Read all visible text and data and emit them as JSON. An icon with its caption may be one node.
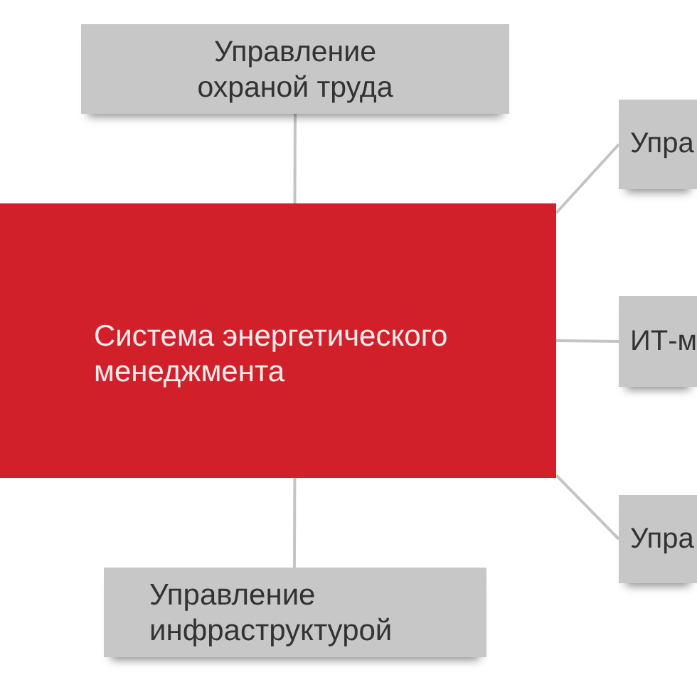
{
  "diagram": {
    "nodes": [
      {
        "text": [
          "Управление охраной труда"
        ]
      },
      {
        "text": [
          "Система энергетического менеджмента"
        ]
      },
      {
        "text": [
          "Упра"
        ]
      },
      {
        "text": [
          "ИТ-м"
        ]
      },
      {
        "text": [
          "Упра"
        ]
      },
      {
        "text": [
          "Управление инфраструктурой"
        ]
      }
    ],
    "edges": [
      {
        "from": 1,
        "to": 0,
        "arrow": "none"
      },
      {
        "from": 1,
        "to": 2,
        "arrow": "none"
      },
      {
        "from": 1,
        "to": 3,
        "arrow": "none"
      },
      {
        "from": 1,
        "to": 4,
        "arrow": "none"
      },
      {
        "from": 1,
        "to": 5,
        "arrow": "none"
      }
    ]
  }
}
